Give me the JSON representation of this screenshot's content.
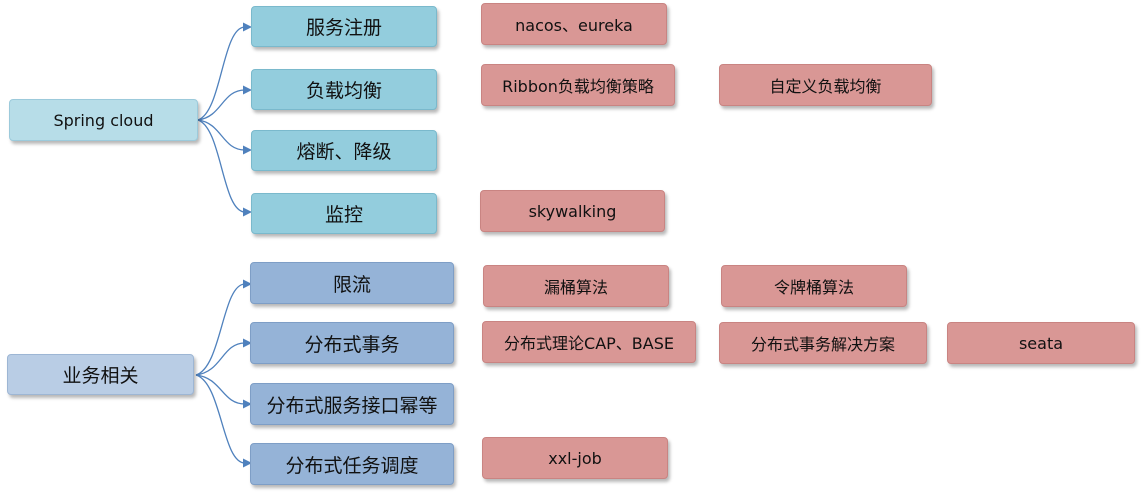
{
  "colors": {
    "root_spring": "#b7dde8",
    "category_spring": "#93cddd",
    "root_business": "#b9cde5",
    "category_business": "#95b3d7",
    "detail": "#d99795",
    "connector": "#4f81bd"
  },
  "spring_cloud": {
    "root": "Spring cloud",
    "categories": [
      {
        "label": "服务注册",
        "details": [
          "nacos、eureka"
        ]
      },
      {
        "label": "负载均衡",
        "details": [
          "Ribbon负载均衡策略",
          "自定义负载均衡"
        ]
      },
      {
        "label": "熔断、降级",
        "details": []
      },
      {
        "label": "监控",
        "details": [
          "skywalking"
        ]
      }
    ]
  },
  "business": {
    "root": "业务相关",
    "categories": [
      {
        "label": "限流",
        "details": [
          "漏桶算法",
          "令牌桶算法"
        ]
      },
      {
        "label": "分布式事务",
        "details": [
          "分布式理论CAP、BASE",
          "分布式事务解决方案",
          "seata"
        ]
      },
      {
        "label": "分布式服务接口幂等",
        "details": []
      },
      {
        "label": "分布式任务调度",
        "details": [
          "xxl-job"
        ]
      }
    ]
  }
}
